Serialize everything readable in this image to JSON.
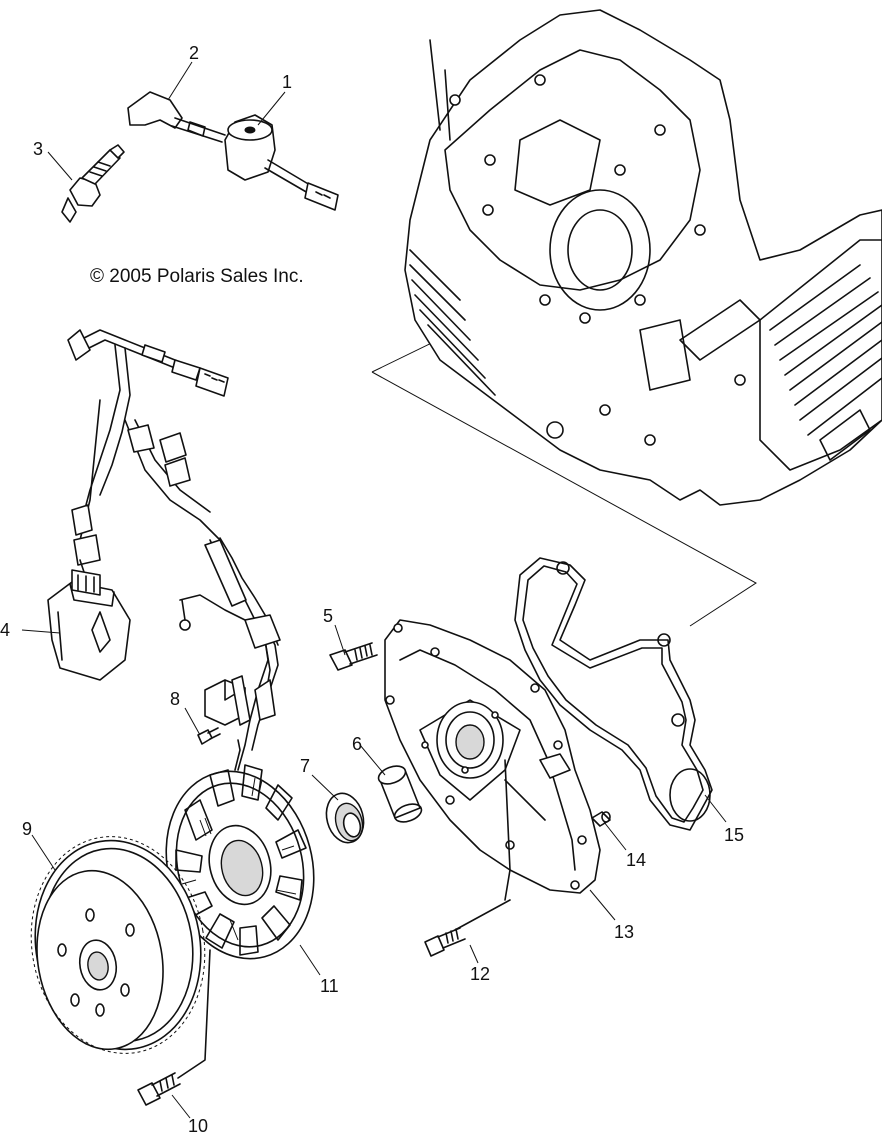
{
  "diagram": {
    "copyright": "© 2005 Polaris Sales Inc.",
    "callouts": [
      {
        "id": "1",
        "text": "1"
      },
      {
        "id": "2",
        "text": "2"
      },
      {
        "id": "3",
        "text": "3"
      },
      {
        "id": "4",
        "text": "4"
      },
      {
        "id": "5",
        "text": "5"
      },
      {
        "id": "6",
        "text": "6"
      },
      {
        "id": "7",
        "text": "7"
      },
      {
        "id": "8",
        "text": "8"
      },
      {
        "id": "9",
        "text": "9"
      },
      {
        "id": "10",
        "text": "10"
      },
      {
        "id": "11",
        "text": "11"
      },
      {
        "id": "12",
        "text": "12"
      },
      {
        "id": "13",
        "text": "13"
      },
      {
        "id": "14",
        "text": "14"
      },
      {
        "id": "15",
        "text": "15"
      }
    ]
  },
  "colors": {
    "background": "#ffffff",
    "line": "#111111"
  }
}
